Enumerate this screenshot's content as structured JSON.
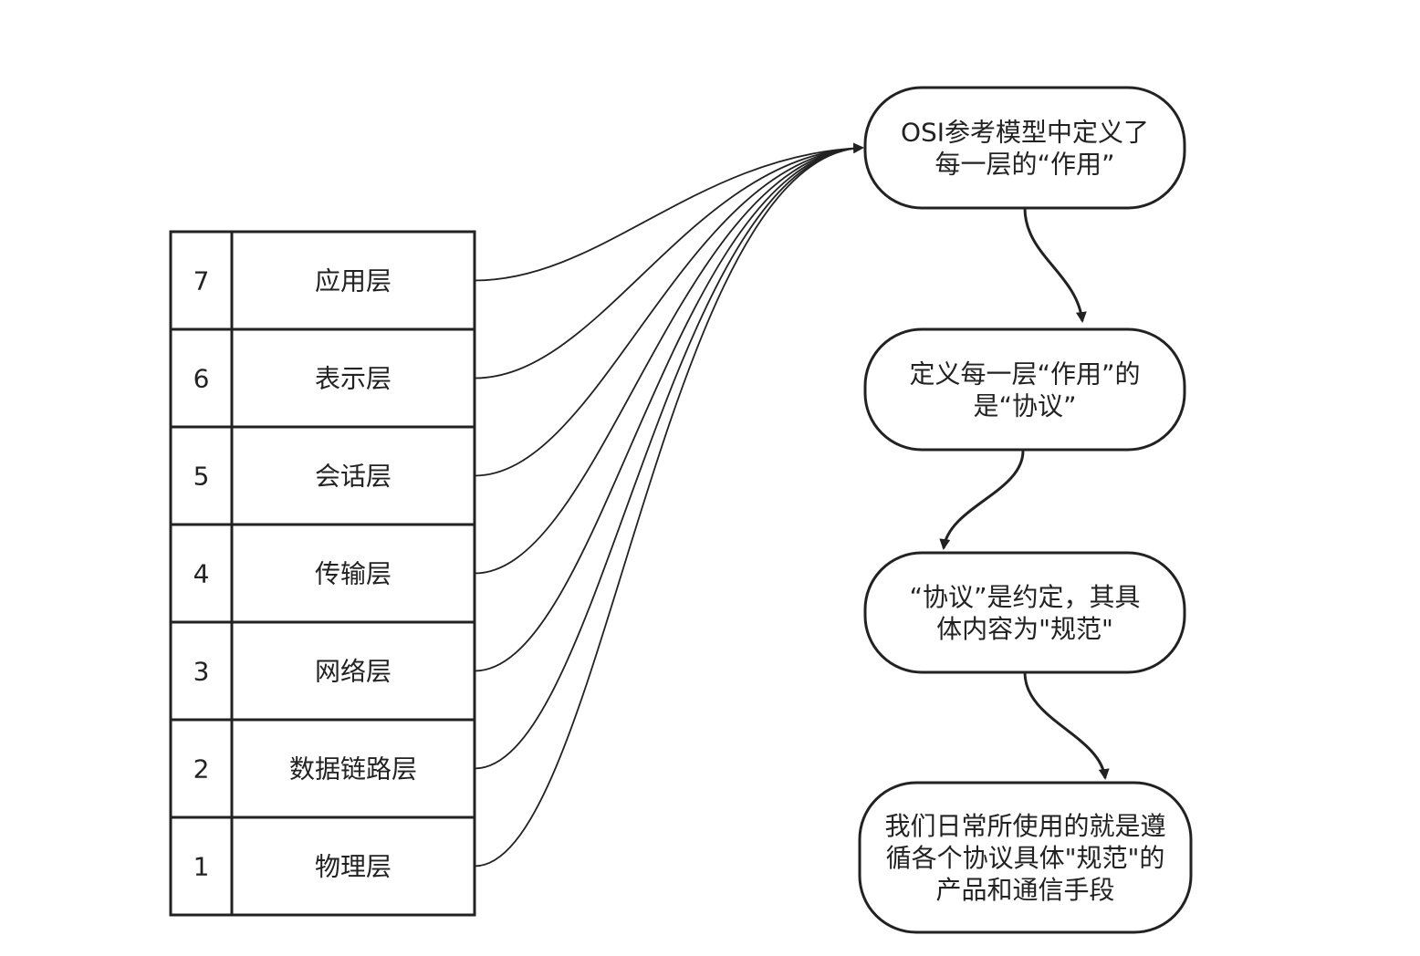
{
  "layers": [
    {
      "num": "7",
      "name": "应用层"
    },
    {
      "num": "6",
      "name": "表示层"
    },
    {
      "num": "5",
      "name": "会话层"
    },
    {
      "num": "4",
      "name": "传输层"
    },
    {
      "num": "3",
      "name": "网络层"
    },
    {
      "num": "2",
      "name": "数据链路层"
    },
    {
      "num": "1",
      "name": "物理层"
    }
  ],
  "flow": [
    {
      "lines": [
        "OSI参考模型中定义了",
        "每一层的“作用”"
      ]
    },
    {
      "lines": [
        "定义每一层“作用”的",
        "是“协议”"
      ]
    },
    {
      "lines": [
        "“协议”是约定，其具",
        "体内容为\"规范\""
      ]
    },
    {
      "lines": [
        "我们日常所使用的就是遵",
        "循各个协议具体\"规范\"的",
        "产品和通信手段"
      ]
    }
  ]
}
